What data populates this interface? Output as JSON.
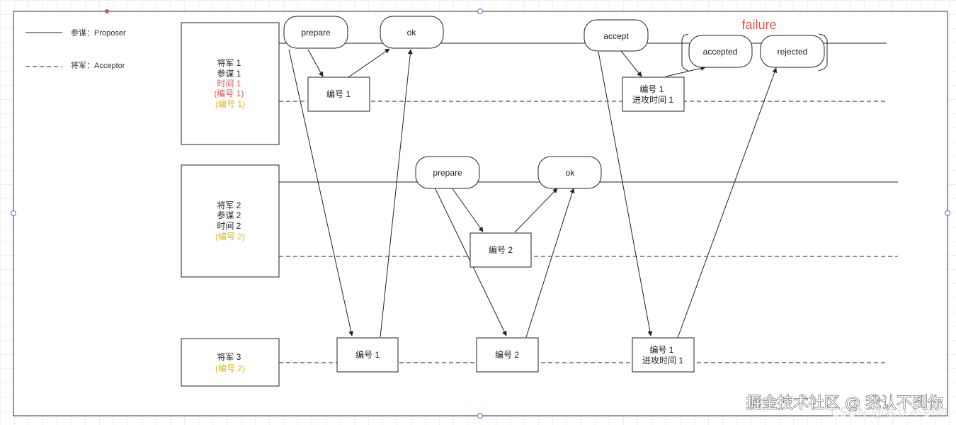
{
  "legend": {
    "proposer": "参谋：Proposer",
    "acceptor": "将军：Acceptor"
  },
  "generals": [
    {
      "lines": [
        {
          "text": "将军 1",
          "color": "#222222"
        },
        {
          "text": "参谋 1",
          "color": "#222222"
        },
        {
          "text": "时间 1",
          "color": "#e05252"
        },
        {
          "text": "(编号 1)",
          "color": "#e05252"
        },
        {
          "text": "(编号 1)",
          "color": "#d8b820"
        }
      ]
    },
    {
      "lines": [
        {
          "text": "将军 2",
          "color": "#222222"
        },
        {
          "text": "参谋 2",
          "color": "#222222"
        },
        {
          "text": "时间 2",
          "color": "#222222"
        },
        {
          "text": "(编号 2)",
          "color": "#d8b820"
        }
      ]
    },
    {
      "lines": [
        {
          "text": "将军 3",
          "color": "#222222"
        },
        {
          "text": "(编号 2)",
          "color": "#d8b820"
        }
      ]
    }
  ],
  "messages": {
    "prepare_1": "prepare",
    "ok_1": "ok",
    "accept": "accept",
    "accepted": "accepted",
    "rejected": "rejected",
    "prepare_2": "prepare",
    "ok_2": "ok"
  },
  "acceptor_boxes": {
    "g1_number": "编号 1",
    "g1_accept_line1": "编号 1",
    "g1_accept_line2": "进攻时间 1",
    "g2_number": "编号 2",
    "g3_number1": "编号 1",
    "g3_number2": "编号 2",
    "g3_accept_line1": "编号 1",
    "g3_accept_line2": "进攻时间 1"
  },
  "failure_label": "failure",
  "watermark": "掘金技术社区 @ 我认不到你",
  "watermark_faint": "CSDN @我认不到你",
  "colors": {
    "red": "#e05252",
    "gold": "#d8b820",
    "line": "#222222"
  }
}
